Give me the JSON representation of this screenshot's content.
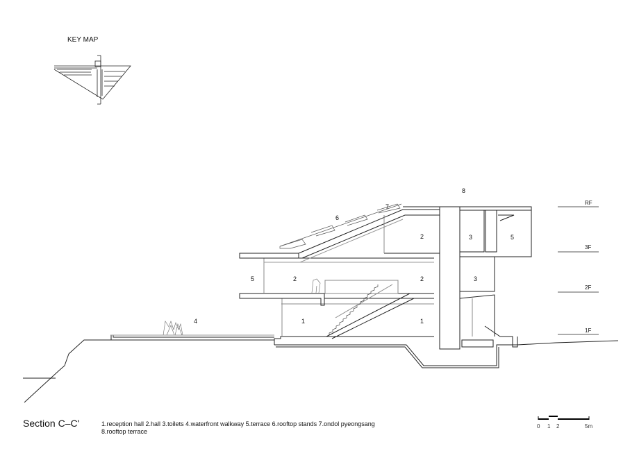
{
  "key_map": {
    "title": "KEY MAP"
  },
  "section_title": "Section C–C'",
  "legend": {
    "line1": "1.reception hall  2.hall  3.toilets  4.waterfront walkway  5.terrace  6.rooftop stands  7.ondol pyeongsang",
    "line2": "8.rooftop terrace"
  },
  "levels": [
    "RF",
    "3F",
    "2F",
    "1F"
  ],
  "room_labels": {
    "rooftop_terrace": "8",
    "ondol": "7",
    "rooftop_stands": "6",
    "hall_3f": "2",
    "toilets_3f": "3",
    "terrace_3f": "5",
    "terrace_2f": "5",
    "hall_2f_left": "2",
    "hall_2f_right": "2",
    "toilets_2f": "3",
    "reception_left": "1",
    "reception_right": "1",
    "walkway": "4"
  },
  "scale_bar": {
    "ticks": [
      "0",
      "1",
      "2",
      "5m"
    ]
  }
}
